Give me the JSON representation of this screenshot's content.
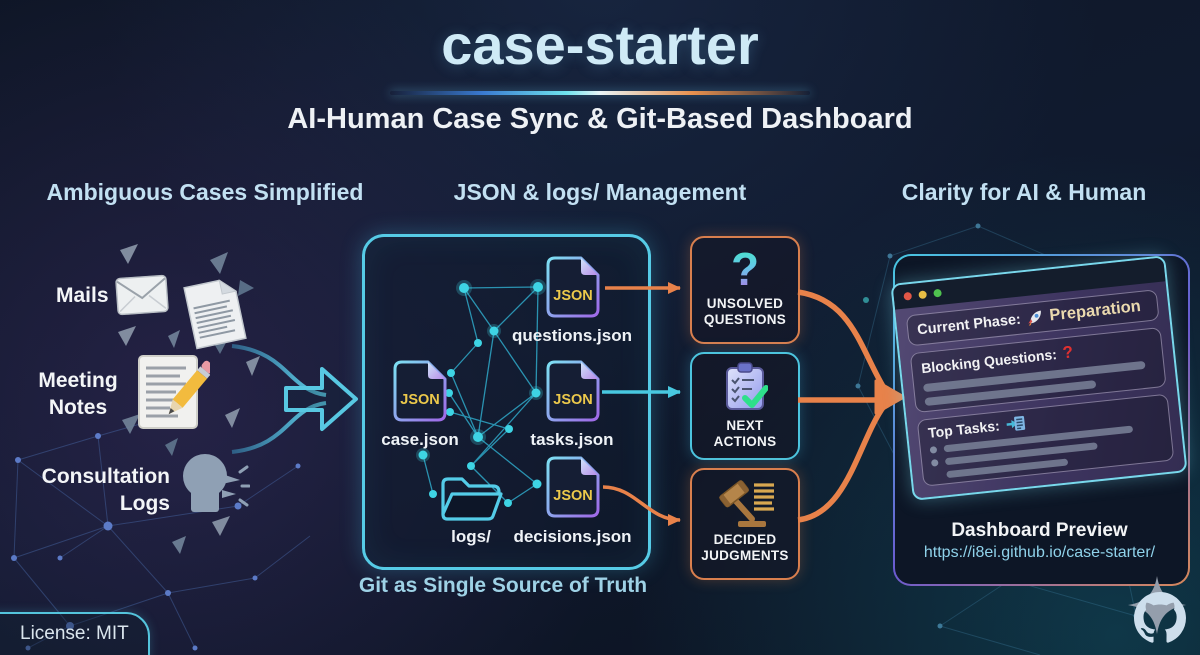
{
  "header": {
    "title": "case-starter",
    "subtitle": "AI-Human Case Sync & Git-Based Dashboard"
  },
  "columns": {
    "left_heading": "Ambiguous Cases Simplified",
    "middle_heading": "JSON & logs/ Management",
    "right_heading": "Clarity for AI & Human"
  },
  "sources": {
    "mails": "Mails",
    "meeting_notes": "Meeting Notes",
    "consultation_logs": "Consultation Logs"
  },
  "repo": {
    "file_badge": "JSON",
    "questions_file": "questions.json",
    "case_file": "case.json",
    "tasks_file": "tasks.json",
    "logs_folder": "logs/",
    "decisions_file": "decisions.json",
    "caption": "Git as Single Source of Truth"
  },
  "outputs": [
    {
      "glyph": "?",
      "line1": "UNSOLVED",
      "line2": "QUESTIONS",
      "icon": "question-mark-icon"
    },
    {
      "line1": "NEXT",
      "line2": "ACTIONS",
      "icon": "clipboard-check-icon"
    },
    {
      "line1": "DECIDED",
      "line2": "JUDGMENTS",
      "icon": "gavel-icon"
    }
  ],
  "dashboard": {
    "current_phase_label": "Current Phase:",
    "current_phase_value": "Preparation",
    "blocking_questions_label": "Blocking Questions:",
    "blocking_questions_value": "?",
    "top_tasks_label": "Top Tasks:",
    "preview_title": "Dashboard Preview",
    "preview_url": "https://i8ei.github.io/case-starter/"
  },
  "footer": {
    "license": "License: MIT"
  },
  "colors": {
    "accent_cyan": "#56cbe6",
    "accent_orange": "#e8824a",
    "accent_purple": "#a068e8",
    "json_badge_yellow": "#ecc94b",
    "title_blue": "#cfeaf6",
    "alert_red": "#e03030"
  },
  "icons": {
    "mails": "envelope-icon",
    "document": "document-icon",
    "meeting_notes": "memo-pencil-icon",
    "consultation_logs": "speaking-head-icon",
    "merge": "merge-arrow-icon",
    "logs": "folder-icon",
    "phase": "rocket-icon",
    "top_tasks": "task-list-icon",
    "corner": "github-octocat-icon"
  }
}
